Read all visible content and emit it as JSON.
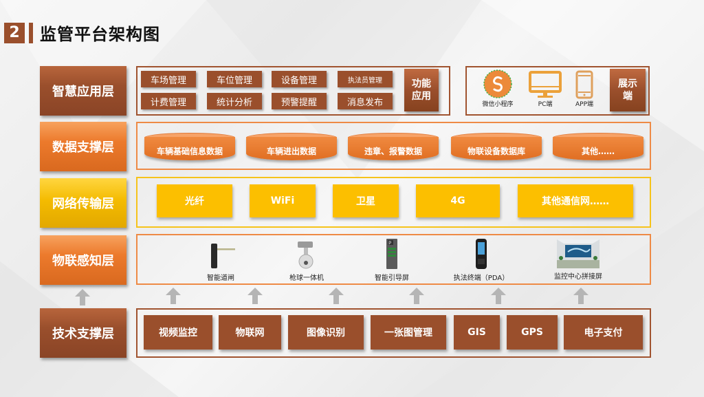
{
  "header": {
    "section_number": "2",
    "title": "监管平台架构图"
  },
  "colors": {
    "brown": "#9a4f2c",
    "orange": "#ec7a2c",
    "yellow": "#f4bb00",
    "arrow_gray": "#b5b5b5"
  },
  "layers": {
    "smart_app": {
      "label": "智慧应用层",
      "functions": [
        "车场管理",
        "车位管理",
        "设备管理",
        "执法员管理",
        "计费管理",
        "统计分析",
        "预警提醒",
        "消息发布"
      ],
      "function_group_label": "功能应用",
      "display_endpoints": [
        {
          "icon": "wechat-miniprogram-icon",
          "label": "微信小程序"
        },
        {
          "icon": "pc-monitor-icon",
          "label": "PC端"
        },
        {
          "icon": "mobile-app-icon",
          "label": "APP端"
        }
      ],
      "display_group_label": "展示端"
    },
    "data_support": {
      "label": "数据支撑层",
      "databases": [
        "车辆基础信息数据",
        "车辆进出数据",
        "违章、报警数据",
        "物联设备数据库",
        "其他……"
      ]
    },
    "network": {
      "label": "网络传输层",
      "items": [
        "光纤",
        "WiFi",
        "卫星",
        "4G",
        "其他通信网……"
      ]
    },
    "iot": {
      "label": "物联感知层",
      "devices": [
        {
          "icon": "barrier-gate-icon",
          "label": "智能道闸"
        },
        {
          "icon": "ptz-camera-icon",
          "label": "枪球一体机"
        },
        {
          "icon": "guidance-screen-icon",
          "label": "智能引导屏"
        },
        {
          "icon": "pda-terminal-icon",
          "label": "执法终端（PDA）"
        },
        {
          "icon": "video-wall-icon",
          "label": "监控中心拼接屏"
        }
      ]
    },
    "tech_support": {
      "label": "技术支撑层",
      "items": [
        "视频监控",
        "物联网",
        "图像识别",
        "一张图管理",
        "GIS",
        "GPS",
        "电子支付"
      ]
    }
  }
}
